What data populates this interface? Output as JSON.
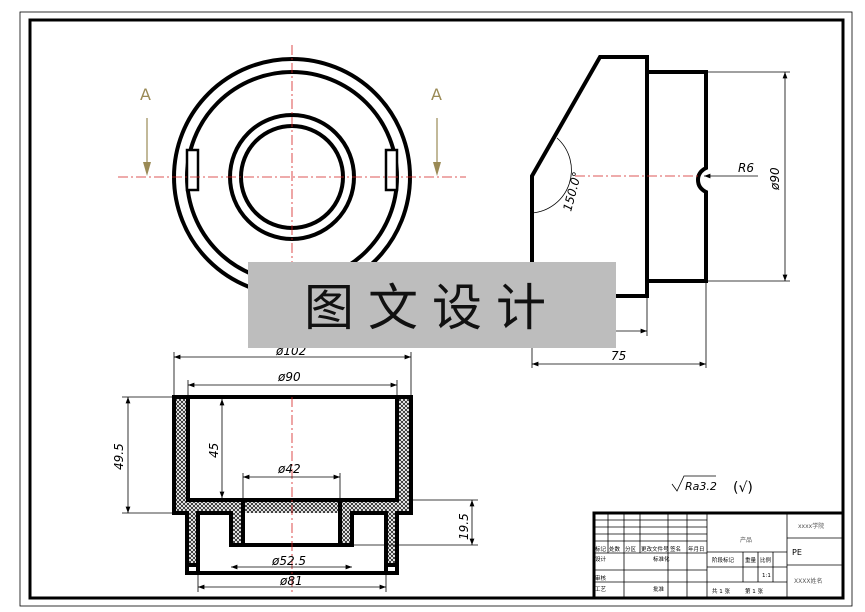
{
  "watermark": "图文设计",
  "section_labels": {
    "left": "A",
    "right": "A"
  },
  "side_view": {
    "radius": "R6",
    "diameter": "ø90",
    "angle": "150.0°",
    "length": "75"
  },
  "section_view": {
    "outer_diameter": "ø102",
    "inner_diameter": "ø90",
    "total_height": "49.5",
    "cavity_depth": "45",
    "bore_diameter": "ø42",
    "lower_height": "19.5",
    "boss_diameter": "ø52.5",
    "skirt_diameter": "ø81"
  },
  "roughness": {
    "value": "Ra3.2",
    "note": "(√)"
  },
  "title_block": {
    "headers": [
      "标记",
      "处数",
      "分区",
      "更改文件号",
      "签名",
      "年月日"
    ],
    "design": "设计",
    "standardization": "标准化",
    "review": "审核",
    "process": "工艺",
    "approve": "批准",
    "product": "产品",
    "stage_mark": "阶段标记",
    "weight": "重量",
    "scale_label": "比例",
    "scale": "1:1",
    "sheets_total": "共 1 张",
    "sheet_no": "第 1 张",
    "school": "xxxx学院",
    "material": "PE",
    "name": "XXXX姓名"
  }
}
